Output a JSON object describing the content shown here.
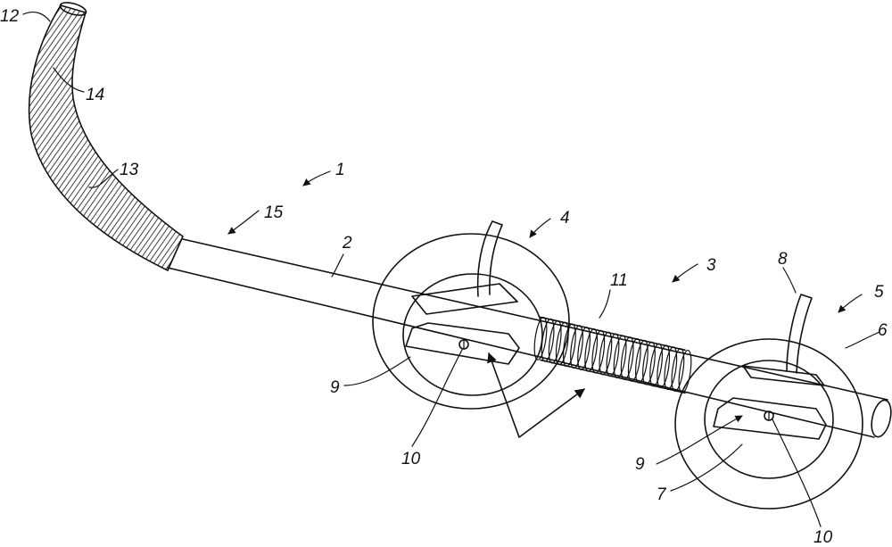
{
  "figure": {
    "reference_numerals": {
      "n1": "1",
      "n2": "2",
      "n3": "3",
      "n4": "4",
      "n5": "5",
      "n6": "6",
      "n7": "7",
      "n8": "8",
      "n9a": "9",
      "n9b": "9",
      "n10a": "10",
      "n10b": "10",
      "n11": "11",
      "n12": "12",
      "n13": "13",
      "n14": "14",
      "n15": "15"
    }
  }
}
